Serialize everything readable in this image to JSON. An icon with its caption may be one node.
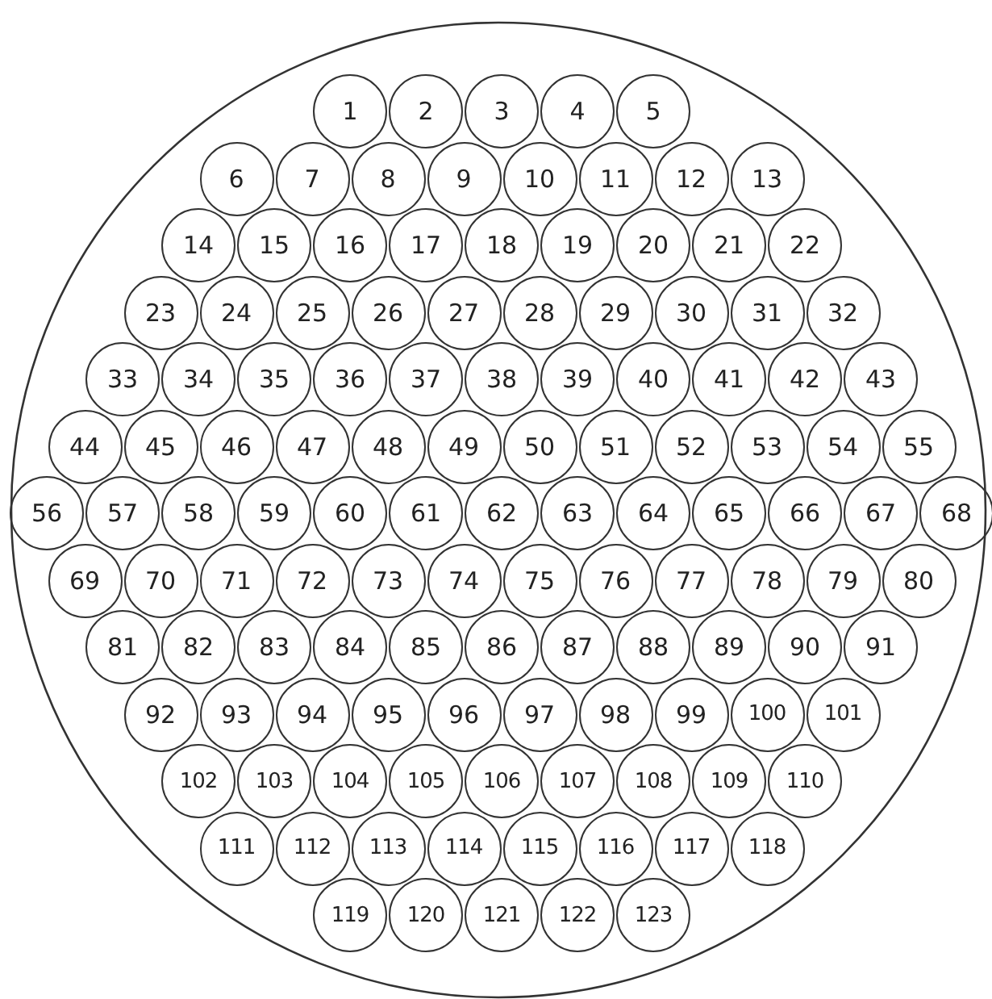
{
  "diagram": {
    "nodes": [
      {
        "text": [
          "1"
        ]
      },
      {
        "text": [
          "2"
        ]
      },
      {
        "text": [
          "3"
        ]
      },
      {
        "text": [
          "4"
        ]
      },
      {
        "text": [
          "5"
        ]
      },
      {
        "text": [
          "6"
        ]
      },
      {
        "text": [
          "7"
        ]
      },
      {
        "text": [
          "8"
        ]
      },
      {
        "text": [
          "9"
        ]
      },
      {
        "text": [
          "10"
        ]
      },
      {
        "text": [
          "11"
        ]
      },
      {
        "text": [
          "12"
        ]
      },
      {
        "text": [
          "13"
        ]
      },
      {
        "text": [
          "14"
        ]
      },
      {
        "text": [
          "15"
        ]
      },
      {
        "text": [
          "16"
        ]
      },
      {
        "text": [
          "17"
        ]
      },
      {
        "text": [
          "18"
        ]
      },
      {
        "text": [
          "19"
        ]
      },
      {
        "text": [
          "20"
        ]
      },
      {
        "text": [
          "21"
        ]
      },
      {
        "text": [
          "22"
        ]
      },
      {
        "text": [
          "23"
        ]
      },
      {
        "text": [
          "24"
        ]
      },
      {
        "text": [
          "25"
        ]
      },
      {
        "text": [
          "26"
        ]
      },
      {
        "text": [
          "27"
        ]
      },
      {
        "text": [
          "28"
        ]
      },
      {
        "text": [
          "29"
        ]
      },
      {
        "text": [
          "30"
        ]
      },
      {
        "text": [
          "31"
        ]
      },
      {
        "text": [
          "32"
        ]
      },
      {
        "text": [
          "33"
        ]
      },
      {
        "text": [
          "34"
        ]
      },
      {
        "text": [
          "35"
        ]
      },
      {
        "text": [
          "36"
        ]
      },
      {
        "text": [
          "37"
        ]
      },
      {
        "text": [
          "38"
        ]
      },
      {
        "text": [
          "39"
        ]
      },
      {
        "text": [
          "40"
        ]
      },
      {
        "text": [
          "41"
        ]
      },
      {
        "text": [
          "42"
        ]
      },
      {
        "text": [
          "43"
        ]
      },
      {
        "text": [
          "44"
        ]
      },
      {
        "text": [
          "45"
        ]
      },
      {
        "text": [
          "46"
        ]
      },
      {
        "text": [
          "47"
        ]
      },
      {
        "text": [
          "48"
        ]
      },
      {
        "text": [
          "49"
        ]
      },
      {
        "text": [
          "50"
        ]
      },
      {
        "text": [
          "51"
        ]
      },
      {
        "text": [
          "52"
        ]
      },
      {
        "text": [
          "53"
        ]
      },
      {
        "text": [
          "54"
        ]
      },
      {
        "text": [
          "55"
        ]
      },
      {
        "text": [
          "56"
        ]
      },
      {
        "text": [
          "57"
        ]
      },
      {
        "text": [
          "58"
        ]
      },
      {
        "text": [
          "59"
        ]
      },
      {
        "text": [
          "60"
        ]
      },
      {
        "text": [
          "61"
        ]
      },
      {
        "text": [
          "62"
        ]
      },
      {
        "text": [
          "63"
        ]
      },
      {
        "text": [
          "64"
        ]
      },
      {
        "text": [
          "65"
        ]
      },
      {
        "text": [
          "66"
        ]
      },
      {
        "text": [
          "67"
        ]
      },
      {
        "text": [
          "68"
        ]
      },
      {
        "text": [
          "69"
        ]
      },
      {
        "text": [
          "70"
        ]
      },
      {
        "text": [
          "71"
        ]
      },
      {
        "text": [
          "72"
        ]
      },
      {
        "text": [
          "73"
        ]
      },
      {
        "text": [
          "74"
        ]
      },
      {
        "text": [
          "75"
        ]
      },
      {
        "text": [
          "76"
        ]
      },
      {
        "text": [
          "77"
        ]
      },
      {
        "text": [
          "78"
        ]
      },
      {
        "text": [
          "79"
        ]
      },
      {
        "text": [
          "80"
        ]
      },
      {
        "text": [
          "81"
        ]
      },
      {
        "text": [
          "82"
        ]
      },
      {
        "text": [
          "83"
        ]
      },
      {
        "text": [
          "84"
        ]
      },
      {
        "text": [
          "85"
        ]
      },
      {
        "text": [
          "86"
        ]
      },
      {
        "text": [
          "87"
        ]
      },
      {
        "text": [
          "88"
        ]
      },
      {
        "text": [
          "89"
        ]
      },
      {
        "text": [
          "90"
        ]
      },
      {
        "text": [
          "91"
        ]
      },
      {
        "text": [
          "92"
        ]
      },
      {
        "text": [
          "93"
        ]
      },
      {
        "text": [
          "94"
        ]
      },
      {
        "text": [
          "95"
        ]
      },
      {
        "text": [
          "96"
        ]
      },
      {
        "text": [
          "97"
        ]
      },
      {
        "text": [
          "98"
        ]
      },
      {
        "text": [
          "99"
        ]
      },
      {
        "text": [
          "100"
        ]
      },
      {
        "text": [
          "101"
        ]
      },
      {
        "text": [
          "102"
        ]
      },
      {
        "text": [
          "103"
        ]
      },
      {
        "text": [
          "104"
        ]
      },
      {
        "text": [
          "105"
        ]
      },
      {
        "text": [
          "106"
        ]
      },
      {
        "text": [
          "107"
        ]
      },
      {
        "text": [
          "108"
        ]
      },
      {
        "text": [
          "109"
        ]
      },
      {
        "text": [
          "110"
        ]
      },
      {
        "text": [
          "111"
        ]
      },
      {
        "text": [
          "112"
        ]
      },
      {
        "text": [
          "113"
        ]
      },
      {
        "text": [
          "114"
        ]
      },
      {
        "text": [
          "115"
        ]
      },
      {
        "text": [
          "116"
        ]
      },
      {
        "text": [
          "117"
        ]
      },
      {
        "text": [
          "118"
        ]
      },
      {
        "text": [
          "119"
        ]
      },
      {
        "text": [
          "120"
        ]
      },
      {
        "text": [
          "121"
        ]
      },
      {
        "text": [
          "122"
        ]
      },
      {
        "text": [
          "123"
        ]
      }
    ]
  }
}
